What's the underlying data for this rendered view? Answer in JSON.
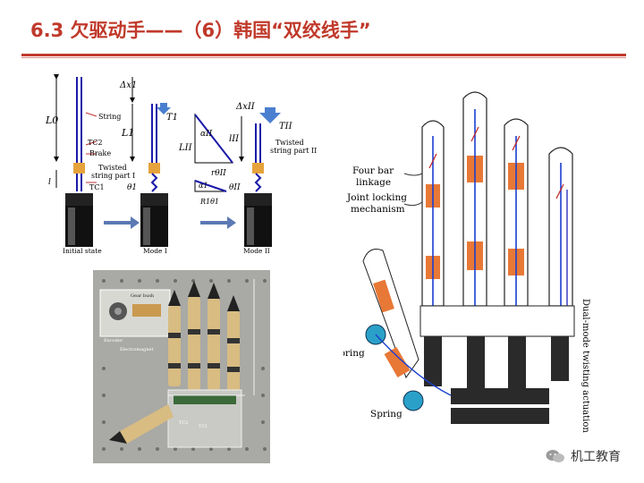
{
  "slide": {
    "title": "6.3 欠驱动手——（6）韩国“双绞线手”",
    "accent_color": "#c0392b"
  },
  "figure_a": {
    "labels": {
      "string": "String",
      "tc2": "TC2",
      "brake": "Brake",
      "twisted_part_1_line1": "Twisted",
      "twisted_part_1_line2": "string part I",
      "tc1": "TC1",
      "twisted_part_2_line1": "Twisted",
      "twisted_part_2_line2": "string part II",
      "l0": "L0",
      "l1": "L1",
      "lii": "LII",
      "l_small": "l",
      "dx1": "Δx1",
      "dxii": "ΔxII",
      "t1": "T1",
      "tii": "TII",
      "alpha2": "αII",
      "alpha1": "α1",
      "r_theta2": "rθII",
      "r1_theta1": "R1θ1",
      "theta1": "θ1",
      "theta2": "θII",
      "l_ii_small": "lII"
    },
    "stages": [
      "Initial state",
      "Mode I",
      "Mode II"
    ]
  },
  "photo": {
    "labels": [
      "Gear bush",
      "Encoder",
      "Electromagnet",
      "TC2",
      "TC1"
    ]
  },
  "figure_b": {
    "labels": {
      "linkage_line1": "Four bar",
      "linkage_line2": "linkage",
      "linkage_line3": "Joint locking",
      "linkage_line4": "mechanism",
      "spring1": "Spring",
      "spring2": "Spring",
      "dual_mode": "Dual-mode twisting actuation"
    }
  },
  "watermark": {
    "text": "机工教育",
    "icon": "wechat-icon"
  }
}
